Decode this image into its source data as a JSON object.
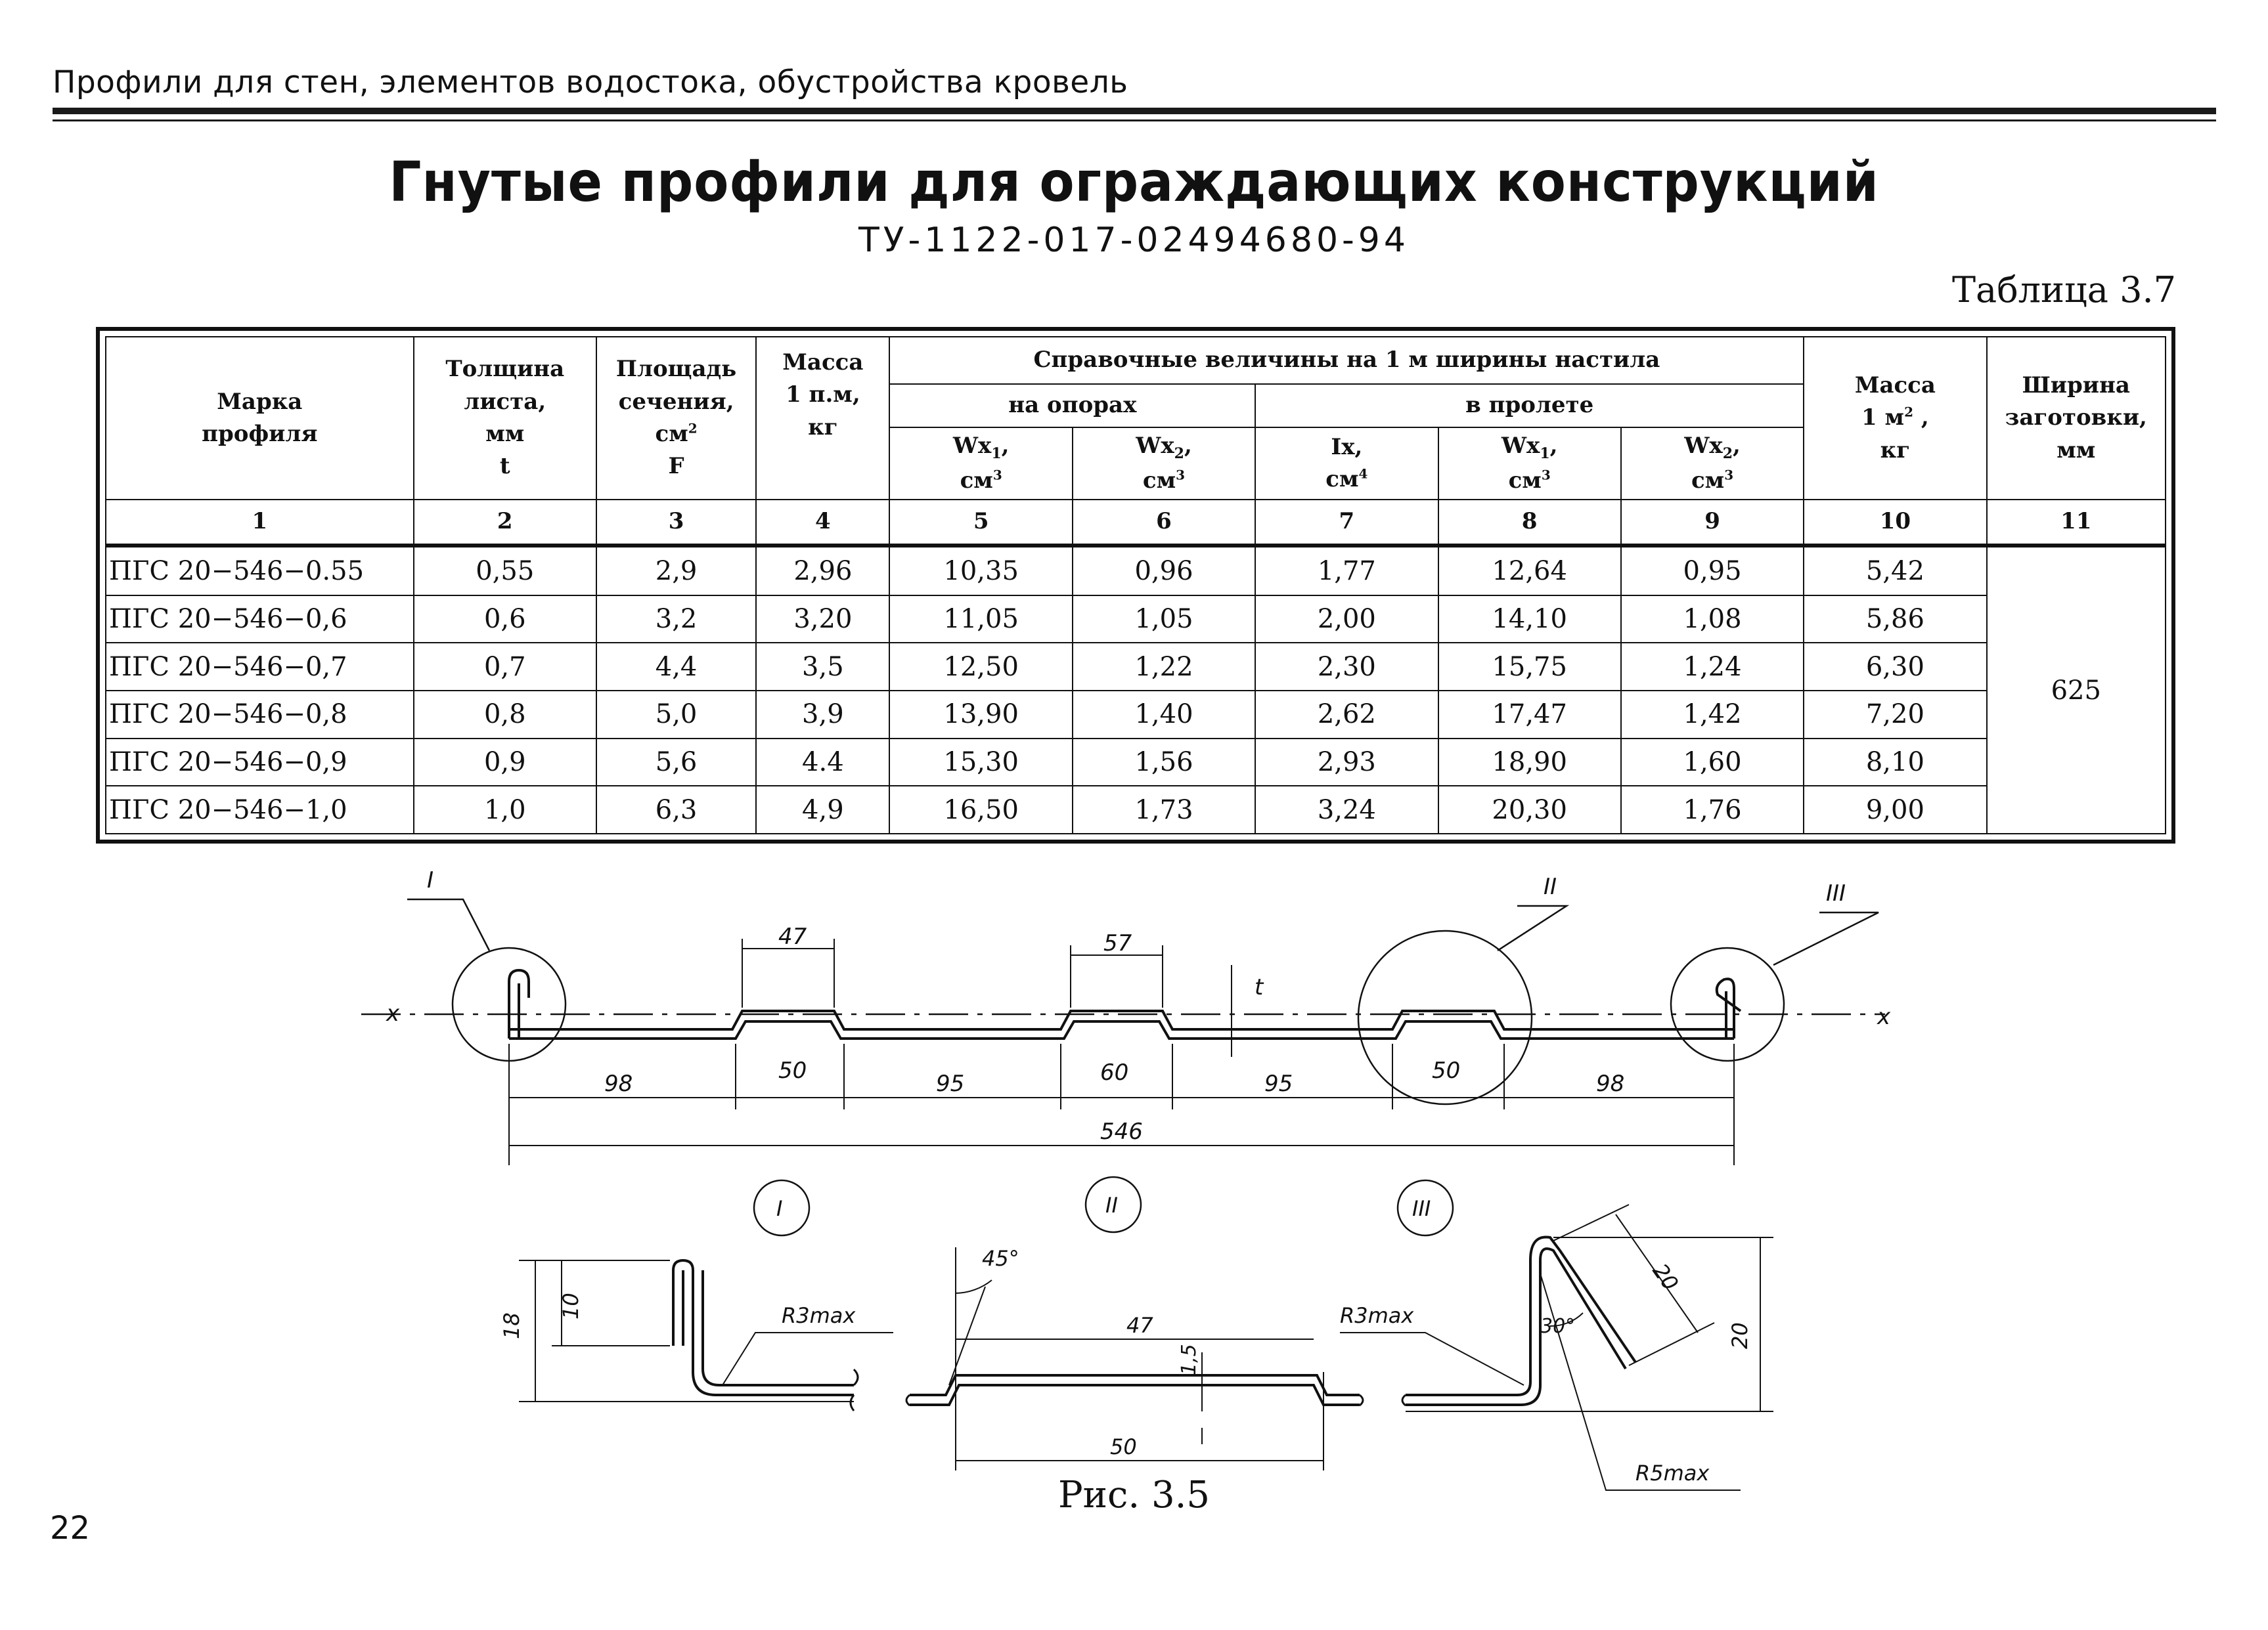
{
  "header": {
    "running_title": "Профили для стен, элементов водостока, обустройства кровель"
  },
  "title": "Гнутые профили для ограждающих конструкций",
  "subtitle": "ТУ-1122-017-02494680-94",
  "table_label": "Таблица 3.7",
  "table": {
    "headers": {
      "col1": "Марка профиля",
      "col2": [
        "Толщина",
        "листа,",
        "мм",
        "t"
      ],
      "col3": [
        "Площадь",
        "сечения,",
        "см",
        "F"
      ],
      "col4": [
        "Масса",
        "1 п.м,",
        "кг"
      ],
      "ref_group": "Справочные величины на 1 м ширины настила",
      "on_supports": "на опорах",
      "in_span": "в пролете",
      "sub": [
        [
          "Wx",
          "1",
          ",",
          "см",
          "3"
        ],
        [
          "Wx",
          "2",
          ",",
          "см",
          "3"
        ],
        [
          "Ix",
          "",
          ",",
          "см",
          "4"
        ],
        [
          "Wx",
          "1",
          ",",
          "см",
          "3"
        ],
        [
          "Wx",
          "2",
          ",",
          "см",
          "3"
        ]
      ],
      "col10": [
        "Масса",
        "1 м",
        "кг"
      ],
      "col11": [
        "Ширина",
        "заготовки,",
        "мм"
      ],
      "sup2": "2"
    },
    "col_numbers": [
      "1",
      "2",
      "3",
      "4",
      "5",
      "6",
      "7",
      "8",
      "9",
      "10",
      "11"
    ],
    "rows": [
      [
        "ПГС 20−546−0.55",
        "0,55",
        "2,9",
        "2,96",
        "10,35",
        "0,96",
        "1,77",
        "12,64",
        "0,95",
        "5,42"
      ],
      [
        "ПГС 20−546−0,6",
        "0,6",
        "3,2",
        "3,20",
        "11,05",
        "1,05",
        "2,00",
        "14,10",
        "1,08",
        "5,86"
      ],
      [
        "ПГС 20−546−0,7",
        "0,7",
        "4,4",
        "3,5",
        "12,50",
        "1,22",
        "2,30",
        "15,75",
        "1,24",
        "6,30"
      ],
      [
        "ПГС 20−546−0,8",
        "0,8",
        "5,0",
        "3,9",
        "13,90",
        "1,40",
        "2,62",
        "17,47",
        "1,42",
        "7,20"
      ],
      [
        "ПГС 20−546−0,9",
        "0,9",
        "5,6",
        "4.4",
        "15,30",
        "1,56",
        "2,93",
        "18,90",
        "1,60",
        "8,10"
      ],
      [
        "ПГС 20−546−1,0",
        "1,0",
        "6,3",
        "4,9",
        "16,50",
        "1,73",
        "3,24",
        "20,30",
        "1,76",
        "9,00"
      ]
    ],
    "blank_width": "625"
  },
  "drawing": {
    "callouts": [
      "I",
      "II",
      "III"
    ],
    "axis_label": "x",
    "thickness_label": "t",
    "dims_top": [
      "47",
      "57"
    ],
    "dims_bottom": [
      "98",
      "50",
      "95",
      "60",
      "95",
      "50",
      "98"
    ],
    "overall": "546",
    "detail_I": {
      "h_outer": "18",
      "h_inner": "10",
      "radius": "R3max"
    },
    "detail_II": {
      "angle": "45°",
      "top": "47",
      "height": "1,5",
      "bottom": "50"
    },
    "detail_III": {
      "radius_top": "R3max",
      "angle": "30°",
      "slant": "20",
      "height": "20",
      "radius_bottom": "R5max"
    }
  },
  "figure_caption": "Рис. 3.5",
  "page_number": "22"
}
